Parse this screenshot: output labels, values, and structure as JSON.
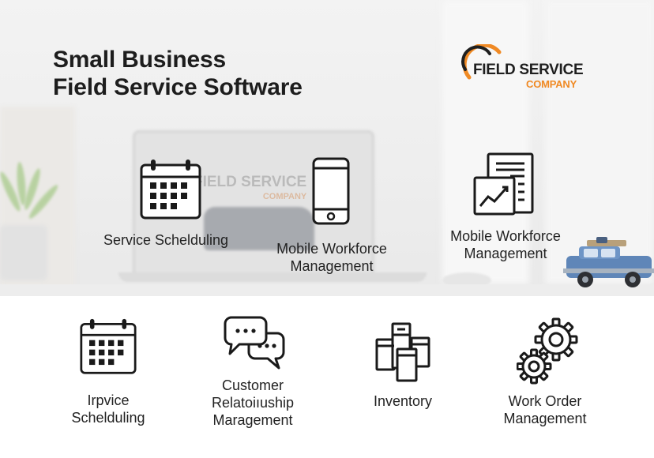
{
  "headline": {
    "line1": "Small Business",
    "line2": "Field Service Software"
  },
  "brand": {
    "name": "FIELD SERVICE",
    "sub": "COMPANY",
    "accent_color": "#f08a24"
  },
  "background_screen": {
    "logo_name": "FIELD SERVICE",
    "logo_sub": "COMPANY"
  },
  "top_features": [
    {
      "icon": "calendar-icon",
      "lines": [
        "Service Schelduling"
      ]
    },
    {
      "icon": "smartphone-icon",
      "lines": [
        "Mobile Workforce",
        "Management"
      ]
    },
    {
      "icon": "report-chart-icon",
      "lines": [
        "Mobile Workforce",
        "Management"
      ]
    }
  ],
  "bottom_features": [
    {
      "icon": "calendar-icon",
      "lines": [
        "Irpvice",
        "Schelduling"
      ]
    },
    {
      "icon": "chat-bubbles-icon",
      "lines": [
        "Customer",
        "Relatoiıuship",
        "Maragement"
      ]
    },
    {
      "icon": "inventory-icon",
      "lines": [
        "Inventory"
      ]
    },
    {
      "icon": "gears-icon",
      "lines": [
        "Work Order",
        "Management"
      ]
    }
  ]
}
